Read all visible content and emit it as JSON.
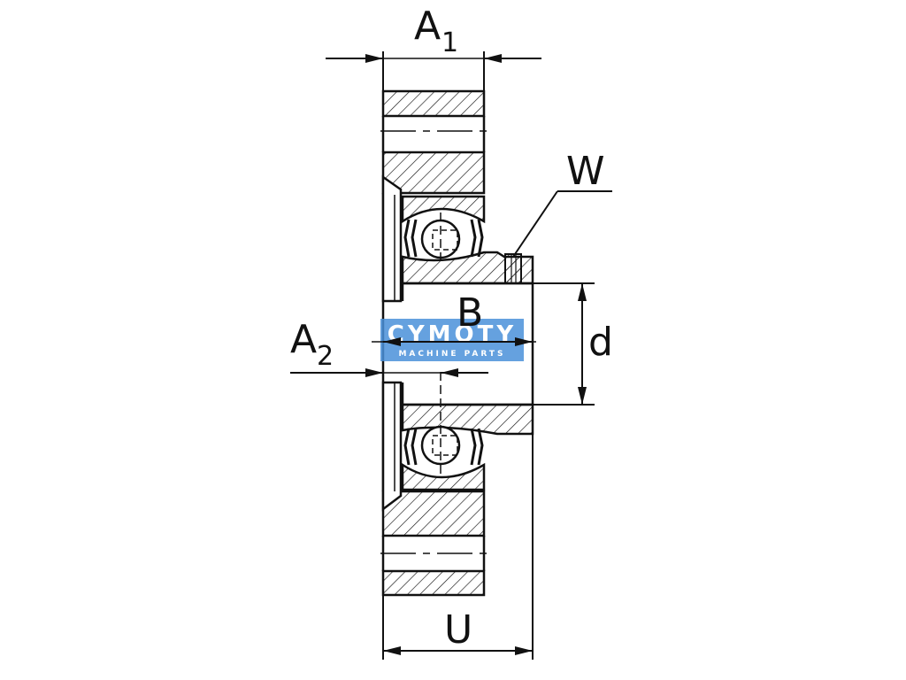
{
  "labels": {
    "a1": {
      "main": "A",
      "sub": "1"
    },
    "a2": {
      "main": "A",
      "sub": "2"
    },
    "w": "W",
    "b": "B",
    "d": "d",
    "u": "U"
  },
  "watermark": {
    "brand": "CYMOTY",
    "tagline": "MACHINE PARTS",
    "color": "#4a90d9"
  },
  "colors": {
    "line": "#111111",
    "background": "#ffffff"
  }
}
